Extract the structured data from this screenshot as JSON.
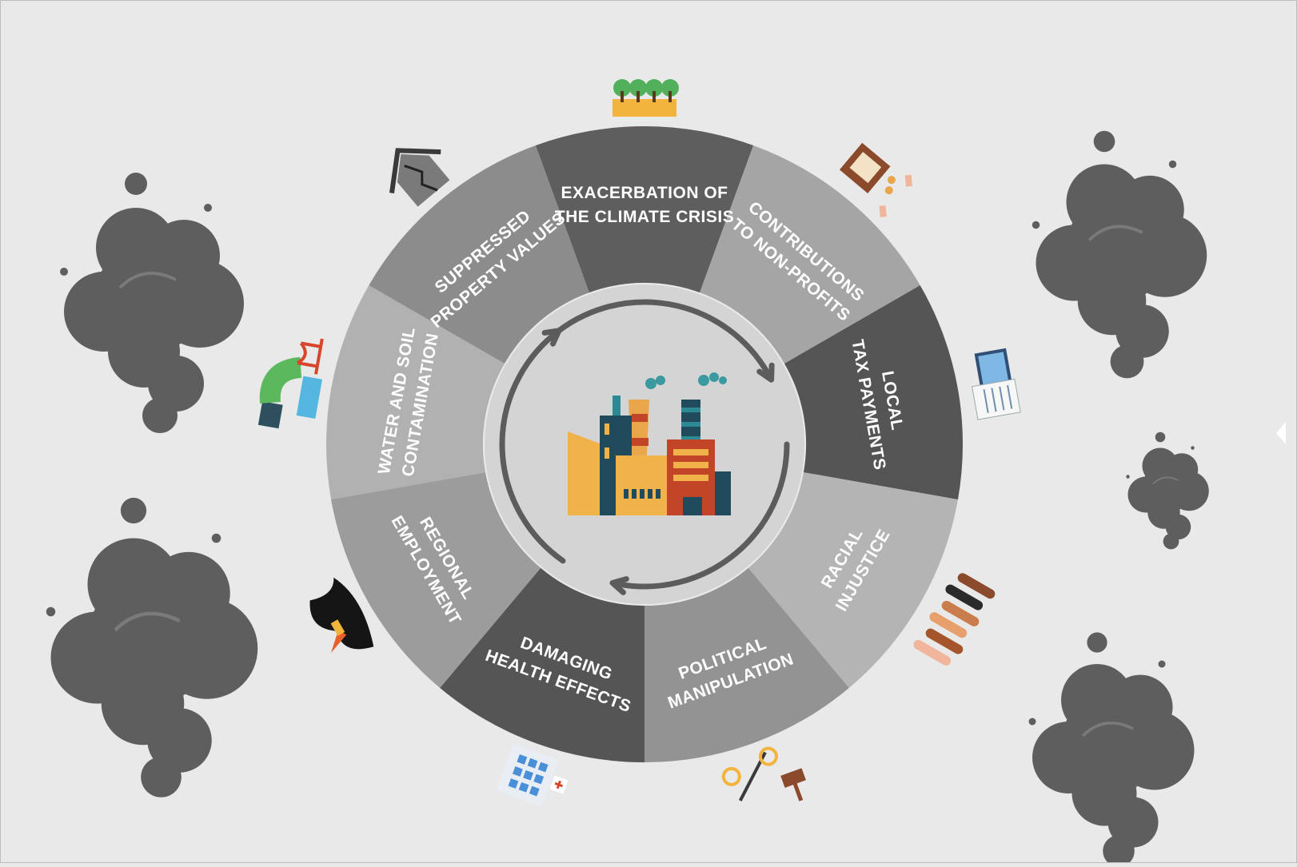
{
  "colors": {
    "background": "#e9e9e9",
    "ring_inner": "#d4d4d4",
    "arrow": "#5c5c5c",
    "smoke": "#5e5e5e",
    "smoke_light": "#7a7a7a"
  },
  "segments": [
    {
      "id": "water-soil",
      "lines": [
        "WATER AND SOIL",
        "CONTAMINATION"
      ],
      "color": "#b1b1b1",
      "icon": "pipe-icon"
    },
    {
      "id": "property",
      "lines": [
        "SUPPRESSED",
        "PROPERTY VALUES"
      ],
      "color": "#8c8c8c",
      "icon": "cracked-house-icon"
    },
    {
      "id": "climate",
      "lines": [
        "EXACERBATION OF",
        "THE CLIMATE CRISIS"
      ],
      "color": "#5e5e5e",
      "icon": "burning-trees-icon"
    },
    {
      "id": "nonprofits",
      "lines": [
        "CONTRIBUTIONS",
        "TO NON-PROFITS"
      ],
      "color": "#a5a5a5",
      "icon": "donation-box-icon"
    },
    {
      "id": "tax",
      "lines": [
        "LOCAL",
        "TAX PAYMENTS"
      ],
      "color": "#555555",
      "icon": "tax-documents-icon"
    },
    {
      "id": "racial",
      "lines": [
        "RACIAL",
        "INJUSTICE"
      ],
      "color": "#b4b4b4",
      "icon": "raised-hands-icon"
    },
    {
      "id": "political",
      "lines": [
        "POLITICAL",
        "MANIPULATION"
      ],
      "color": "#939393",
      "icon": "gavel-scale-icon"
    },
    {
      "id": "health",
      "lines": [
        "DAMAGING",
        "HEALTH EFFECTS"
      ],
      "color": "#555555",
      "icon": "hospital-icon"
    },
    {
      "id": "employment",
      "lines": [
        "REGIONAL",
        "EMPLOYMENT"
      ],
      "color": "#9c9c9c",
      "icon": "oil-spill-glove-icon"
    }
  ],
  "center_icon": "factory-icon",
  "cycle_arrows_icon": "cycle-arrows-icon",
  "decor_icon": "smoke-cloud-icon",
  "side_handle_icon": "chevron-left-icon"
}
